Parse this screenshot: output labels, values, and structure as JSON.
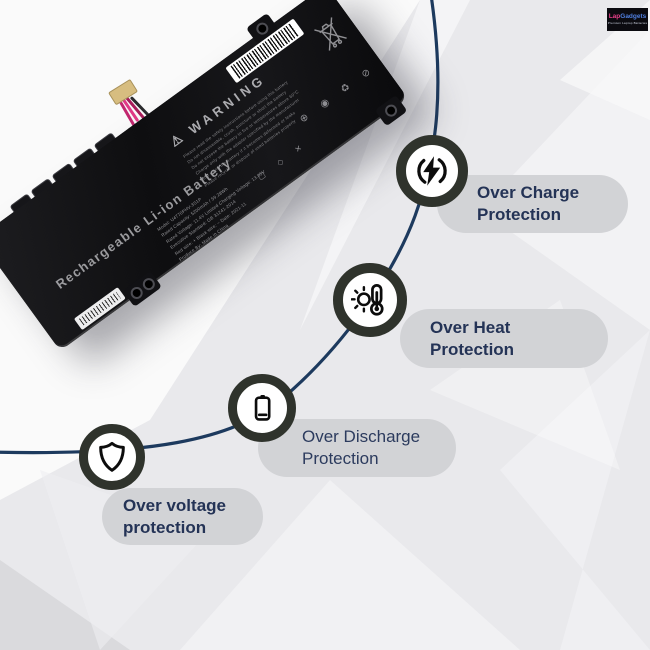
{
  "header": {
    "logo": {
      "name_primary": "Lap",
      "name_secondary": "Gadgets",
      "tagline": "Premium Laptop Batteries"
    }
  },
  "features": [
    {
      "id": "over-charge-protection",
      "line1": "Over Charge",
      "line2": "Protection",
      "icon": "lightning-icon"
    },
    {
      "id": "over-heat-protection",
      "line1": "Over Heat",
      "line2": "Protection",
      "icon": "thermometer-sun-icon"
    },
    {
      "id": "over-discharge-protection",
      "line1": "Over Discharge",
      "line2": "Protection",
      "icon": "battery-low-icon"
    },
    {
      "id": "over-voltage-protection",
      "line1": "Over voltage",
      "line2": "protection",
      "icon": "shield-icon"
    }
  ],
  "battery": {
    "type_label": "Rechargeable Li-ion Battery",
    "warning_symbol": "⚠",
    "warning_title": "WARNING",
    "warning_lines": [
      "Please read the safety instructions before using this battery",
      "Do not disassemble, crush, puncture or short the battery",
      "Do not expose the battery to fire or temperatures above 60°C",
      "Charge only with the adapter specified by the manufacturer",
      "Stop using the battery if it becomes deformed or leaks",
      "Please recycle or dispose of used batteries properly"
    ],
    "spec_lines": [
      "Model: U4770PHV-3S1P",
      "Rated Capacity: 5200mAh / 59.28Wh",
      "Rated Voltage: 11.4V   Limited Charging Voltage: 13.05V",
      "Executive Standard: GB 31241-2014",
      "Red wire: +    Black wire: −    Date: 2021-11",
      "Produce By:    Made in China"
    ],
    "cert_glyphs_row1": "⊕ ◉ ♻ ⊘",
    "cert_glyphs_row2": "▢ ◇ ✕"
  },
  "colors": {
    "accent_text": "#243356",
    "curve_line": "#1d3a5e",
    "badge_ring": "#2f332c",
    "pill_background": "#d2d3d6",
    "page_background": "#e9e9ec"
  }
}
